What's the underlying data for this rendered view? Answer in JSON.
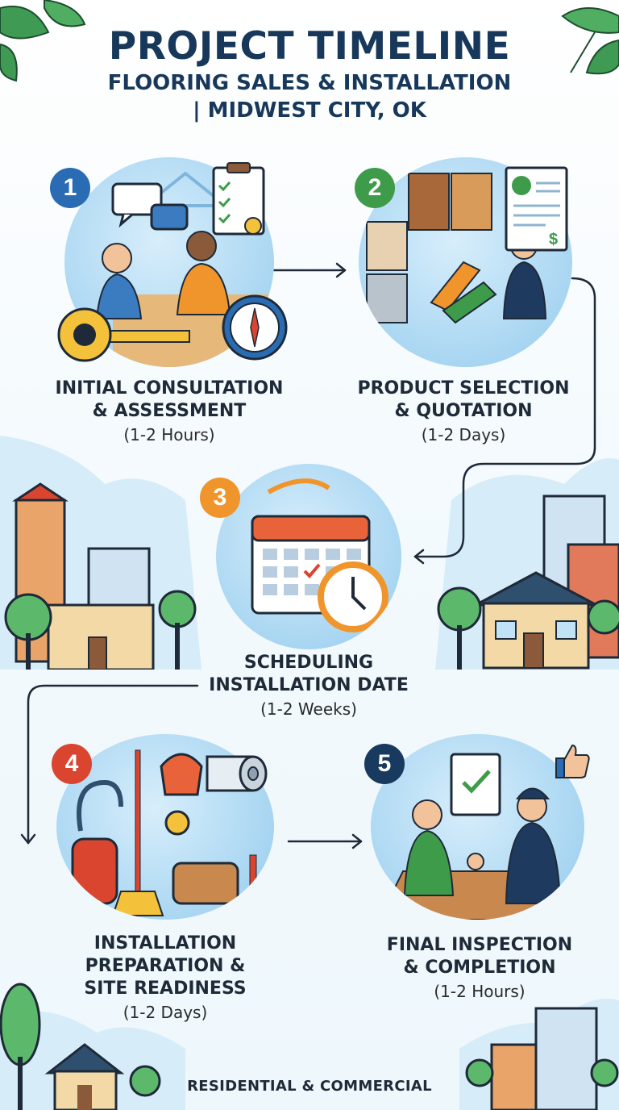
{
  "header": {
    "title": "PROJECT TIMELINE",
    "subtitle_line1": "FLOORING SALES & INSTALLATION",
    "subtitle_line2": "| MIDWEST CITY, OK"
  },
  "steps": [
    {
      "number": "1",
      "title_line1": "INITIAL CONSULTATION",
      "title_line2": "& ASSESSMENT",
      "duration": "(1-2 Hours)",
      "badge_color": "#2a6cb3"
    },
    {
      "number": "2",
      "title_line1": "PRODUCT SELECTION",
      "title_line2": "& QUOTATION",
      "duration": "(1-2 Days)",
      "badge_color": "#3d9b4a"
    },
    {
      "number": "3",
      "title_line1": "SCHEDULING",
      "title_line2": "INSTALLATION DATE",
      "duration": "(1-2 Weeks)",
      "badge_color": "#f0952c"
    },
    {
      "number": "4",
      "title_line1": "INSTALLATION",
      "title_line2": "PREPARATION &",
      "title_line3": "SITE READINESS",
      "duration": "(1-2 Days)",
      "badge_color": "#d9452f"
    },
    {
      "number": "5",
      "title_line1": "FINAL INSPECTION",
      "title_line2": "& COMPLETION",
      "duration": "(1-2 Hours)",
      "badge_color": "#173a5e"
    }
  ],
  "footer": {
    "label": "RESIDENTIAL & COMMERCIAL"
  },
  "colors": {
    "title": "#17385a",
    "connector": "#1e2a38",
    "circle": "#a9d6f2"
  }
}
